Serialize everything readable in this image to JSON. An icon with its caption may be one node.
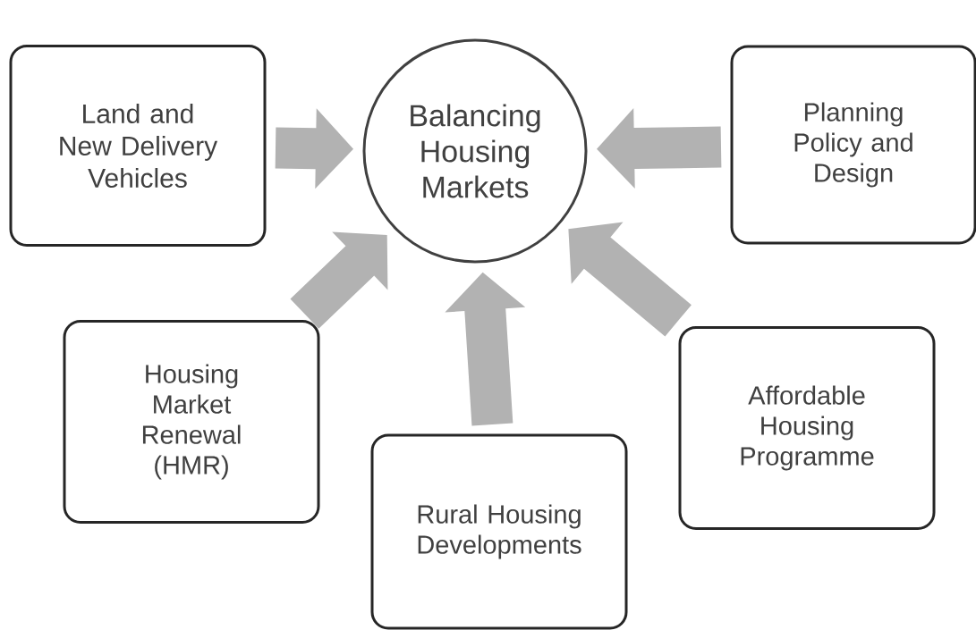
{
  "diagram": {
    "nodes": [
      {
        "text": [
          "Balancing Housing Markets"
        ]
      },
      {
        "text": [
          "Land and New Delivery Vehicles"
        ]
      },
      {
        "text": [
          "Planning Policy and Design"
        ]
      },
      {
        "text": [
          "Housing Market Renewal (HMR)"
        ]
      },
      {
        "text": [
          "Rural Housing Developments"
        ]
      },
      {
        "text": [
          "Affordable Housing Programme"
        ]
      }
    ],
    "edges": [
      {
        "from": 1,
        "to": 0,
        "arrow": "to"
      },
      {
        "from": 2,
        "to": 0,
        "arrow": "to"
      },
      {
        "from": 3,
        "to": 0,
        "arrow": "to"
      },
      {
        "from": 4,
        "to": 0,
        "arrow": "to"
      },
      {
        "from": 5,
        "to": 0,
        "arrow": "to"
      }
    ]
  }
}
